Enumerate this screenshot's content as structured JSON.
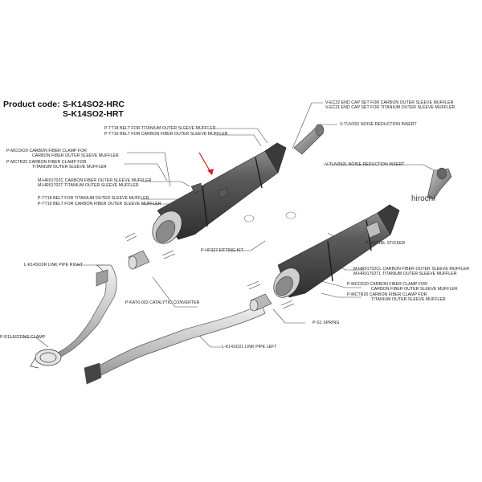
{
  "header": {
    "prefix": "Product code:",
    "code1": "S-K14SO2-HRC",
    "code2": "S-K14SO2-HRT"
  },
  "watermark": "hirochi",
  "labels": {
    "vec32": "V-EC32  END CAP SET FOR CARBON OUTER SLEEVE MUFFLER",
    "vec31": "V-EC31  END CAP SET FOR TITANIUM OUTER SLEEVE MUFFLER",
    "tuv052": "V-TUV052  NOISE REDUCTION INSERT",
    "tuv052l": "V-TUV052L  NOISE REDUCTION INSERT",
    "ptt18_top": "P-TT18  BELT FOR TITANIUM OUTER SLEEVE MUFFLER",
    "ptt19_top": "P-TT19  BELT FOR CARBON FIBER OUTER SLEEVE MUFFLER",
    "pmccr20_l1": "P-MCCR20  CARBON FIBER CLAMP FOR",
    "pmccr20_l2": "CARBON FIBER OUTER SLEEVE MUFFLER",
    "pmctr20_l1": "P-MCTR20  CARBON FIBER CLAMP FOR",
    "pmctr20_l2": "TITANIUM OUTER SLEEVE MUFFLER",
    "mhr01702c": "M-HR01702C  CARBON FIBER OUTER SLEEVE MUFFLER",
    "mhr01702t": "M-HR01702T  TITANIUM OUTER SLEEVE MUFFLER",
    "ptt18_mid": "P-TT18  BELT FOR TITANIUM OUTER SLEEVE MUFFLER",
    "ptt19_mid": "P-TT19  BELT FOR CARBON FIBER OUTER SLEEVE MUFFLER",
    "lk14so2r": "L-K14SO2R  LINK PIPE RIGHT",
    "phf327": "P-HF327  FITTING KIT",
    "phst1al": "P-HST1AL  STICKER",
    "mhr01702cl": "M-HR01702CL  CARBON FIBER OUTER SLEEVE MUFFLER",
    "mhr01702tl": "M-HR01702TL  TITANIUM OUTER SLEEVE MUFFLER",
    "pmccr20_r1": "P-MCCR20  CARBON FIBER CLAMP FOR",
    "pmccr20_r2": "CARBON FIBER OUTER SLEEVE MUFFLER",
    "pmctr20_r1": "P-MCTR20  CARBON FIBER CLAMP FOR",
    "pmctr20_r2": "TITANIUM OUTER SLEEVE MUFFLER",
    "pkat6": "P-KAT6-002  CATALYTIC CONVERTER",
    "pr11": "P-R11  FITTING CLAMP",
    "ps1": "P-S1  SPRING",
    "lk14so2l": "L-K14SO2L  LINK PIPE LEFT"
  },
  "colors": {
    "arrow": "#d42020",
    "line": "#333333",
    "fill": "#d9d9d9"
  }
}
